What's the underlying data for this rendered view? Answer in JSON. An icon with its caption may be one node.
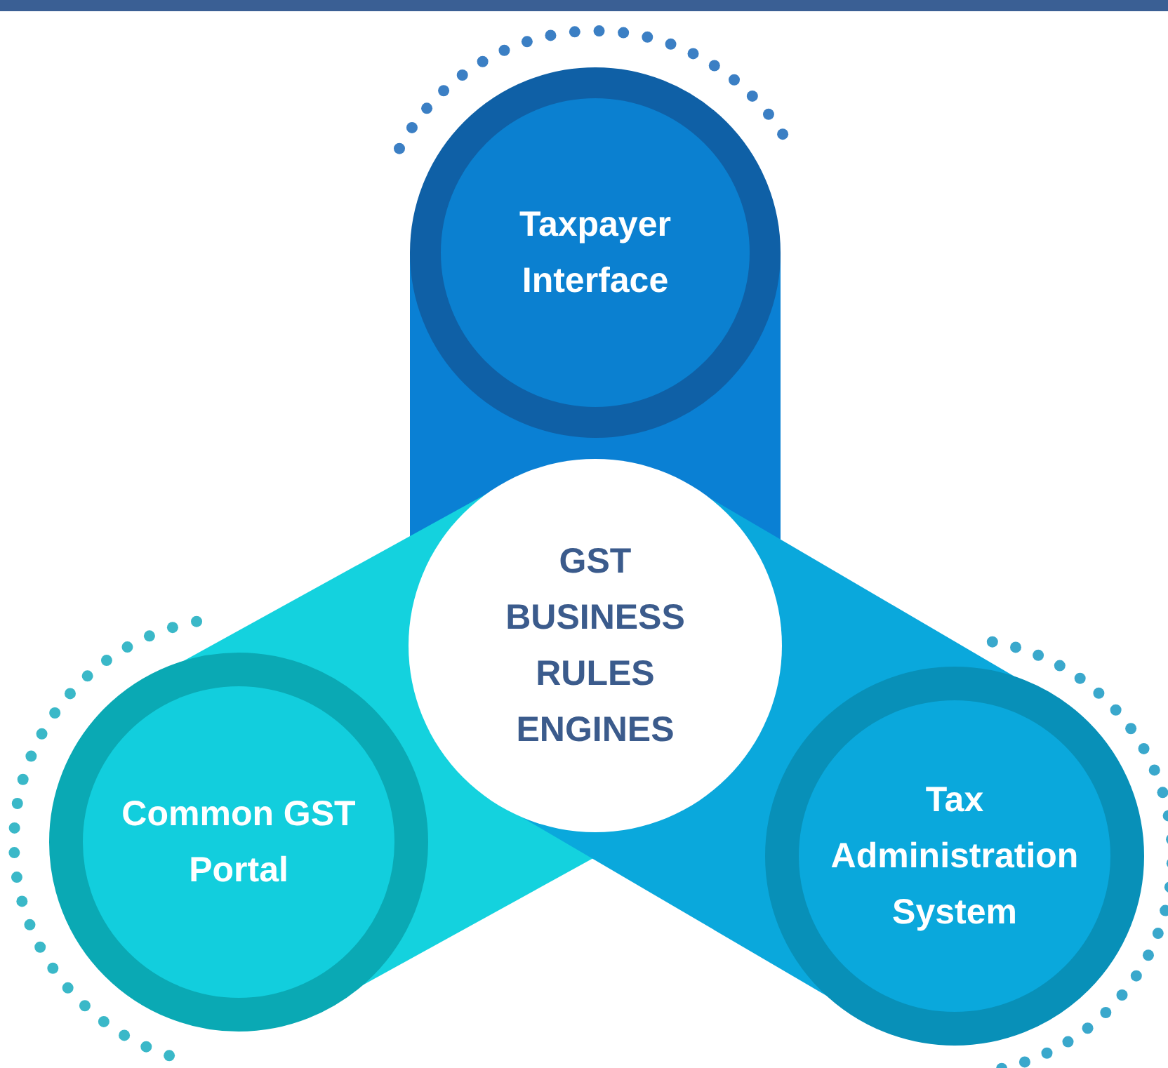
{
  "diagram": {
    "nodes": [
      {
        "text": [
          "Taxpayer Interface"
        ]
      },
      {
        "text": [
          "GST BUSINESS RULES ENGINES"
        ]
      },
      {
        "text": [
          "Common GST Portal"
        ]
      },
      {
        "text": [
          "Tax Administration System"
        ]
      }
    ],
    "edges": [
      {
        "from": 1,
        "to": 0,
        "arrow": "none",
        "style": "thick",
        "color": "#0a80d4"
      },
      {
        "from": 1,
        "to": 2,
        "arrow": "none",
        "style": "thick",
        "color": "#14d2de"
      },
      {
        "from": 1,
        "to": 3,
        "arrow": "none",
        "style": "thick",
        "color": "#0aa8dc"
      }
    ]
  }
}
